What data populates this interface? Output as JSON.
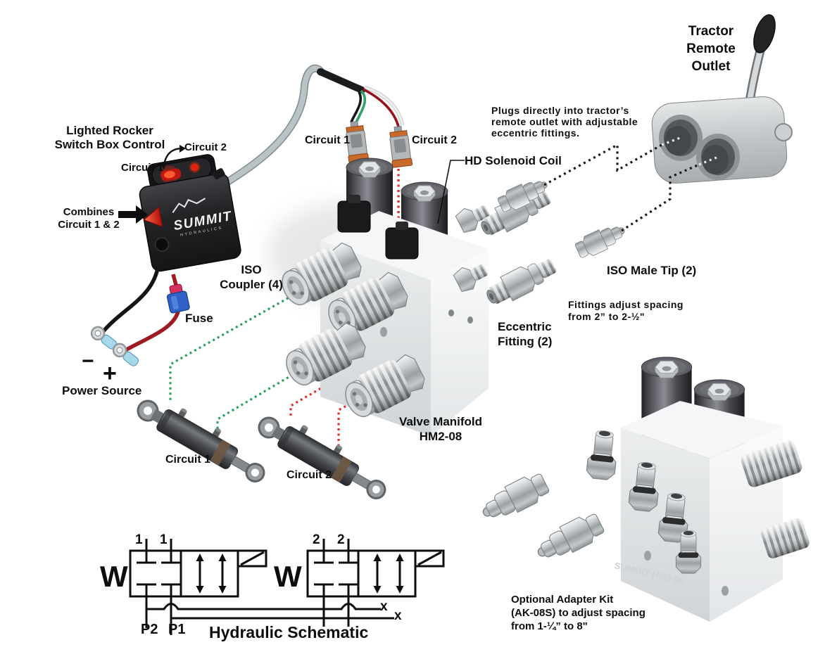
{
  "colors": {
    "background": "#ffffff",
    "circuit1_line_green": "#27a05c",
    "circuit2_line_red": "#d93030",
    "outlet_dotted_black": "#141414",
    "switch_led_red": "#ff3a1c",
    "fuse_body_blue": "#2f62c4",
    "fuse_cap_magenta": "#d6305e",
    "wire_red": "#9e1b24",
    "wire_black": "#141416",
    "cable_gray": "#b9c2c4",
    "connector_orange": "#c96a2b",
    "metal_silver": "#c7cacc",
    "coil_dark": "#2b2b2e",
    "text_black": "#0d0d0e"
  },
  "brand": {
    "name": "SUMMIT",
    "tagline": "HYDRAULICS"
  },
  "labels": {
    "switch_title_1": "Lighted Rocker",
    "switch_title_2": "Switch Box Control",
    "switch_circuit_1": "Circuit 1",
    "switch_circuit_2": "Circuit 2",
    "combines_1": "Combines",
    "combines_2": "Circuit 1 & 2",
    "fuse": "Fuse",
    "minus": "−",
    "plus": "+",
    "power_source": "Power Source",
    "connector_circuit_1": "Circuit 1",
    "connector_circuit_2": "Circuit 2",
    "hd_solenoid": "HD Solenoid Coil",
    "iso_coupler_1": "ISO",
    "iso_coupler_2": "Coupler (4)",
    "tractor_1": "Tractor",
    "tractor_2": "Remote",
    "tractor_3": "Outlet",
    "plugs_1": "Plugs directly into tractor’s",
    "plugs_2": "remote outlet with adjustable",
    "plugs_3": "eccentric fittings.",
    "iso_male_tip": "ISO Male Tip (2)",
    "fittings_1": "Fittings adjust spacing",
    "fittings_2": "from 2” to 2-½\"",
    "eccentric_1": "Eccentric",
    "eccentric_2": "Fitting (2)",
    "manifold_1": "Valve Manifold",
    "manifold_2": "HM2-08",
    "cylinder_circuit_1": "Circuit 1",
    "cylinder_circuit_2": "Circuit 2",
    "adapter_1": "Optional Adapter Kit",
    "adapter_2": "(AK-08S) to adjust spacing",
    "adapter_3": "from 1-¼” to 8\"",
    "adapter_watermark": "SUMMIT HM2-08",
    "schematic_title": "Hydraulic Schematic"
  },
  "schematic": {
    "valve_left_label": "W",
    "valve_right_label": "W",
    "valve_left_ports": [
      "1",
      "1"
    ],
    "valve_right_ports": [
      "2",
      "2"
    ],
    "pump_ports": [
      "P2",
      "P1"
    ],
    "line_end_marks": [
      "x",
      "x"
    ]
  }
}
